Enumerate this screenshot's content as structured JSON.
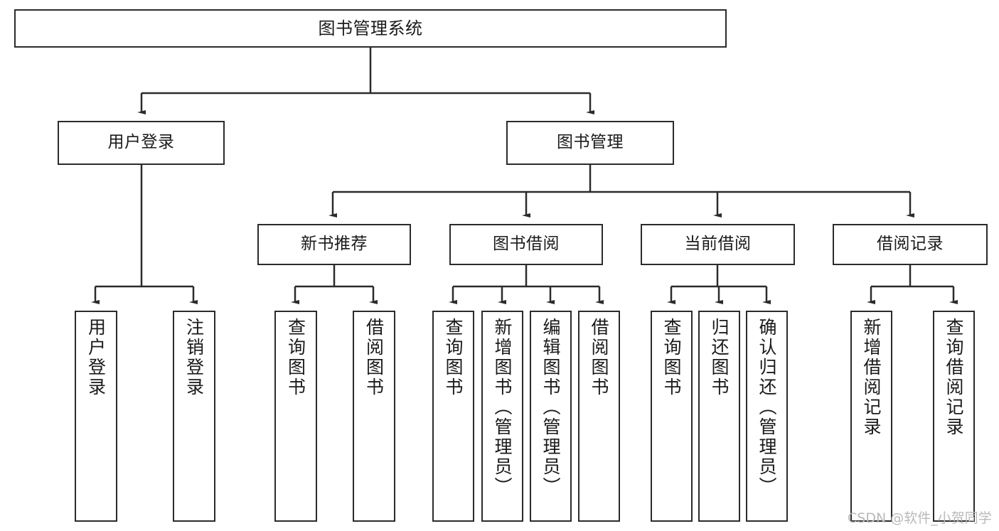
{
  "diagram": {
    "type": "tree",
    "title": "图书管理系统",
    "watermark": "CSDN @软件_小贺同学",
    "colors": {
      "box_border": "#2b2b2b",
      "box_fill": "#ffffff",
      "connector": "#2b2b2b",
      "background": "#ffffff",
      "watermark": "#b9b9b9"
    },
    "nodes": {
      "root": {
        "label": "图书管理系统"
      },
      "level2": [
        {
          "label": "用户登录"
        },
        {
          "label": "图书管理"
        }
      ],
      "level3": [
        {
          "label": "新书推荐"
        },
        {
          "label": "图书借阅"
        },
        {
          "label": "当前借阅"
        },
        {
          "label": "借阅记录"
        }
      ],
      "leaves": {
        "user_login": [
          {
            "label": "用户登录"
          },
          {
            "label": "注销登录"
          }
        ],
        "new_book_rec": [
          {
            "label": "查询图书"
          },
          {
            "label": "借阅图书"
          }
        ],
        "book_borrow": [
          {
            "label": "查询图书"
          },
          {
            "label": "新增图书（管理员）"
          },
          {
            "label": "编辑图书（管理员）"
          },
          {
            "label": "借阅图书"
          }
        ],
        "current_borrow": [
          {
            "label": "查询图书"
          },
          {
            "label": "归还图书"
          },
          {
            "label": "确认归还（管理员）"
          }
        ],
        "borrow_record": [
          {
            "label": "新增借阅记录"
          },
          {
            "label": "查询借阅记录"
          }
        ]
      }
    }
  }
}
